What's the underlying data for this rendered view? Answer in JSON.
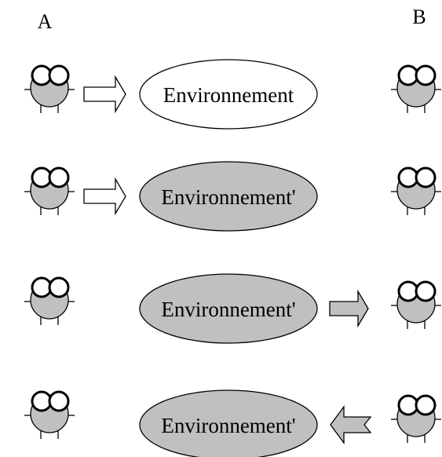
{
  "labels": {
    "a": "A",
    "b": "B"
  },
  "colors": {
    "filled": "#c0c0c0",
    "empty": "#ffffff",
    "ink": "#000000"
  },
  "rows": [
    {
      "environment": "Environnement",
      "env_filled": false,
      "arrow": "A-to-env",
      "arrow_filled": false
    },
    {
      "environment": "Environnement'",
      "env_filled": true,
      "arrow": "A-to-env",
      "arrow_filled": false
    },
    {
      "environment": "Environnement'",
      "env_filled": true,
      "arrow": "env-to-B",
      "arrow_filled": true
    },
    {
      "environment": "Environnement'",
      "env_filled": true,
      "arrow": "B-to-env",
      "arrow_filled": true
    }
  ]
}
